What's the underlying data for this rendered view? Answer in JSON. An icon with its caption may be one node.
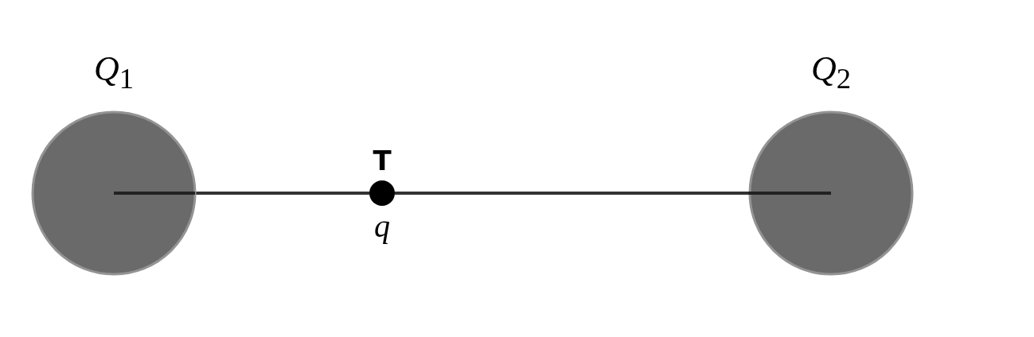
{
  "diagram": {
    "nodes": [
      {
        "text": [
          "*Q*$_{1}$"
        ]
      },
      {
        "text": [
          "T",
          "q"
        ]
      },
      {
        "text": [
          "*Q*$_{2}$"
        ]
      }
    ],
    "edges": [
      {
        "from": 0,
        "to": 1,
        "arrow": "none"
      },
      {
        "from": 1,
        "to": 2,
        "arrow": "none"
      }
    ]
  }
}
